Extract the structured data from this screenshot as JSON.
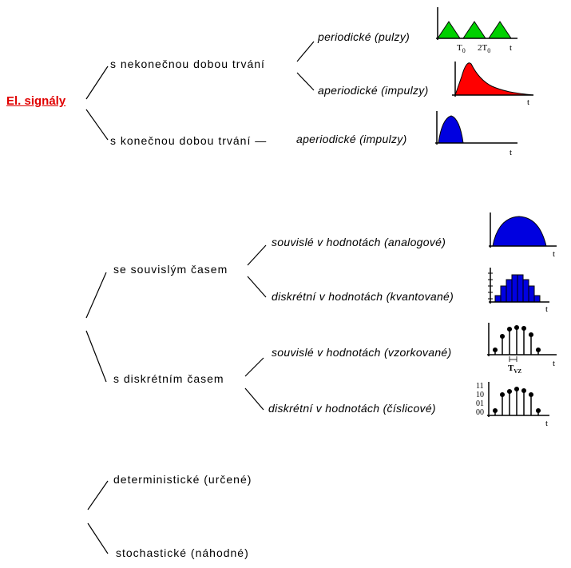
{
  "root": "El. signály",
  "sec1": {
    "branch_infinite": "s nekonečnou dobou trvání",
    "branch_finite": "s konečnou dobou trvání —",
    "leaf_periodic": "periodické (pulzy)",
    "leaf_aperiodic": "aperiodické (impulzy)",
    "leaf_finite_aperiodic": "aperiodické (impulzy)",
    "axis_t": "t",
    "tick_T0": "T",
    "tick_T0_sub": "0",
    "tick_2T0": "2T",
    "tick_2T0_sub": "0"
  },
  "sec2": {
    "branch_continuous": "se souvislým časem",
    "branch_discrete": "s diskrétním časem",
    "leaf_analog": "souvislé v hodnotách (analogové)",
    "leaf_quantized": "diskrétní v hodnotách (kvantované)",
    "leaf_sampled": "souvislé v hodnotách (vzorkované)",
    "leaf_digital": "diskrétní v hodnotách (číslicové)",
    "axis_t": "t",
    "tick_Tvz": "T",
    "tick_Tvz_sub": "VZ",
    "levels": [
      "11",
      "10",
      "01",
      "00"
    ]
  },
  "sec3": {
    "deterministic": "deterministické (určené)",
    "stochastic": "stochastické (náhodné)"
  },
  "colors": {
    "root": "#e00000",
    "periodic_fill": "#00d000",
    "aperiodic_fill": "#ff0000",
    "finite_fill": "#0000e0",
    "analog_fill": "#0000e0"
  }
}
